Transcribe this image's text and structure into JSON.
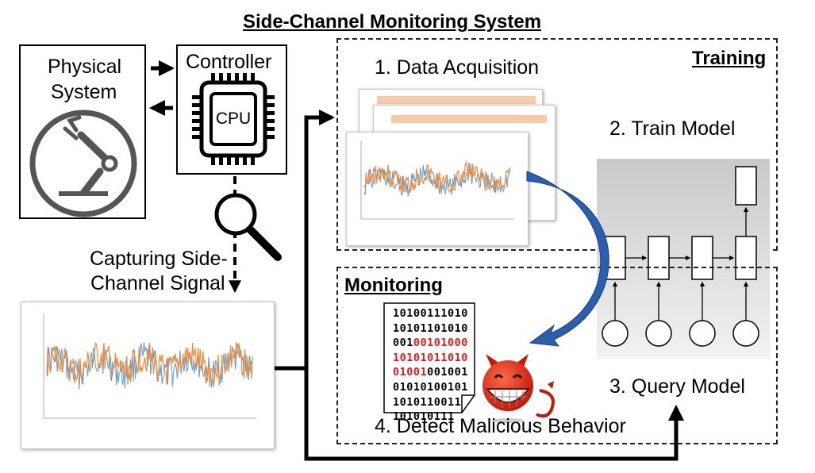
{
  "header": {
    "title": "Side-Channel Monitoring System"
  },
  "blocks": {
    "physical": {
      "label_line1": "Physical",
      "label_line2": "System"
    },
    "controller": {
      "label": "Controller",
      "chip_text": "CPU"
    },
    "capture": {
      "label_line1": "Capturing Side-",
      "label_line2": "Channel Signal"
    }
  },
  "regions": {
    "training": {
      "title": "Training"
    },
    "monitoring": {
      "title": "Monitoring"
    }
  },
  "steps": {
    "s1": "1. Data Acquisition",
    "s2": "2. Train Model",
    "s3": "3. Query Model",
    "s4": "4. Detect Malicious Behavior"
  },
  "binary": {
    "lines": [
      [
        {
          "t": "10100111010",
          "red": false
        }
      ],
      [
        {
          "t": "10101101010",
          "red": false
        }
      ],
      [
        {
          "t": "001",
          "red": false
        },
        {
          "t": "00101000",
          "red": true
        }
      ],
      [
        {
          "t": "10101011010",
          "red": true
        }
      ],
      [
        {
          "t": "01001",
          "red": true
        },
        {
          "t": "0",
          "red": false
        },
        {
          "t": "01001",
          "red": false
        }
      ],
      [
        {
          "t": "01010100101",
          "red": false
        }
      ],
      [
        {
          "t": "1010110011",
          "red": false
        }
      ],
      [
        {
          "t": "101010111",
          "red": false
        }
      ]
    ]
  },
  "colors": {
    "signal": "#f08a3c",
    "signal_shadow": "#5b9bc9",
    "curve_arrow": "#2b5fae"
  }
}
